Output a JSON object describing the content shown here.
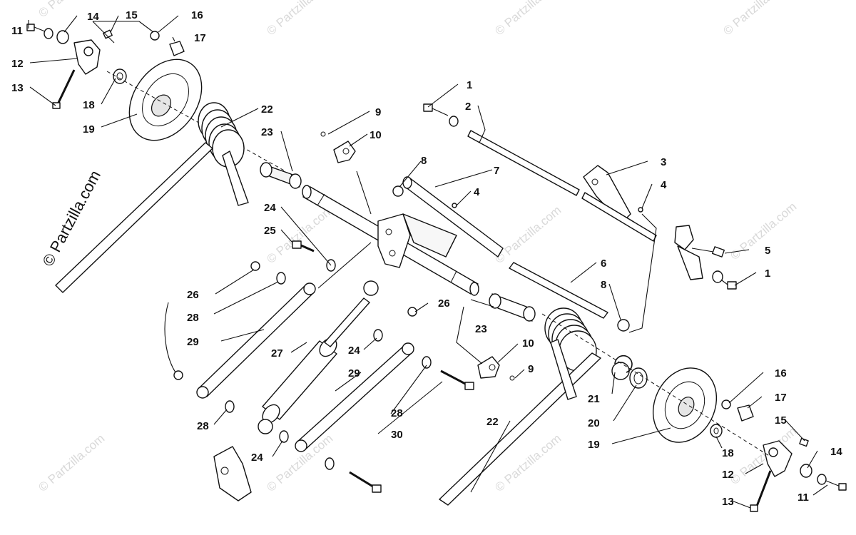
{
  "brand": {
    "label": "© Partzilla.com",
    "watermark": "© Partzilla.com"
  },
  "callouts": [
    "1",
    "2",
    "3",
    "4",
    "5",
    "6",
    "7",
    "8",
    "9",
    "10",
    "11",
    "12",
    "13",
    "14",
    "15",
    "16",
    "17",
    "18",
    "19",
    "20",
    "21",
    "22",
    "23",
    "24",
    "25",
    "26",
    "27",
    "28",
    "29",
    "30"
  ],
  "colors": {
    "line": "#111111",
    "watermark": "#d9d9d9",
    "background": "#ffffff"
  }
}
